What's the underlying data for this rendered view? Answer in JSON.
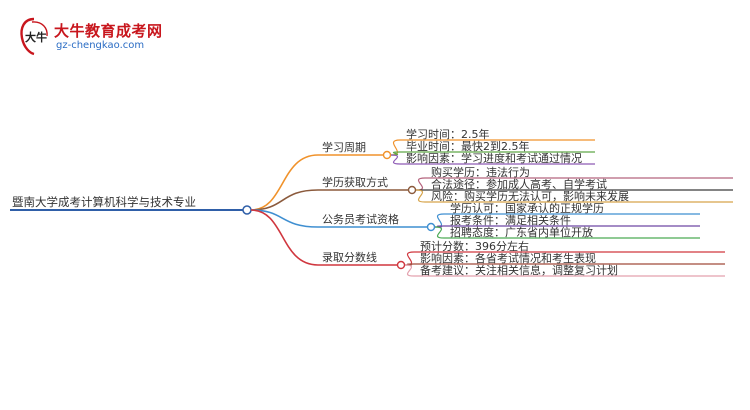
{
  "logo": {
    "title": "大牛教育成考网",
    "url": "gz-chengkao.com",
    "mark_text": "大牛"
  },
  "root": {
    "label": "暨南大学成考计算机科学与技术专业",
    "color": "#2f5fa8"
  },
  "branches": [
    {
      "label": "学习周期",
      "color": "#f0922b",
      "leaves": [
        {
          "label": "学习时间：2.5年",
          "color": "#f0922b"
        },
        {
          "label": "毕业时间：最快2到2.5年",
          "color": "#5fa847"
        },
        {
          "label": "影响因素：学习进度和考试通过情况",
          "color": "#8e5bb5"
        }
      ]
    },
    {
      "label": "学历获取方式",
      "color": "#8b5a3c",
      "leaves": [
        {
          "label": "购买学历：违法行为",
          "color": "#b5637d"
        },
        {
          "label": "合法途径：参加成人高考、自学考试",
          "color": "#3a3a3a"
        },
        {
          "label": "风险：购买学历无法认可，影响未来发展",
          "color": "#d6a34a"
        }
      ]
    },
    {
      "label": "公务员考试资格",
      "color": "#3f8fd1",
      "leaves": [
        {
          "label": "学历认可：国家承认的正规学历",
          "color": "#3f8fd1"
        },
        {
          "label": "报考条件：满足相关条件",
          "color": "#6e47a3"
        },
        {
          "label": "招聘态度：广东省内单位开放",
          "color": "#4caa55"
        }
      ]
    },
    {
      "label": "录取分数线",
      "color": "#d0373f",
      "leaves": [
        {
          "label": "预计分数：396分左右",
          "color": "#d0373f"
        },
        {
          "label": "影响因素：各省考试情况和考生表现",
          "color": "#a14a3a"
        },
        {
          "label": "备考建议：关注相关信息，调整复习计划",
          "color": "#e3a0ad"
        }
      ]
    }
  ]
}
